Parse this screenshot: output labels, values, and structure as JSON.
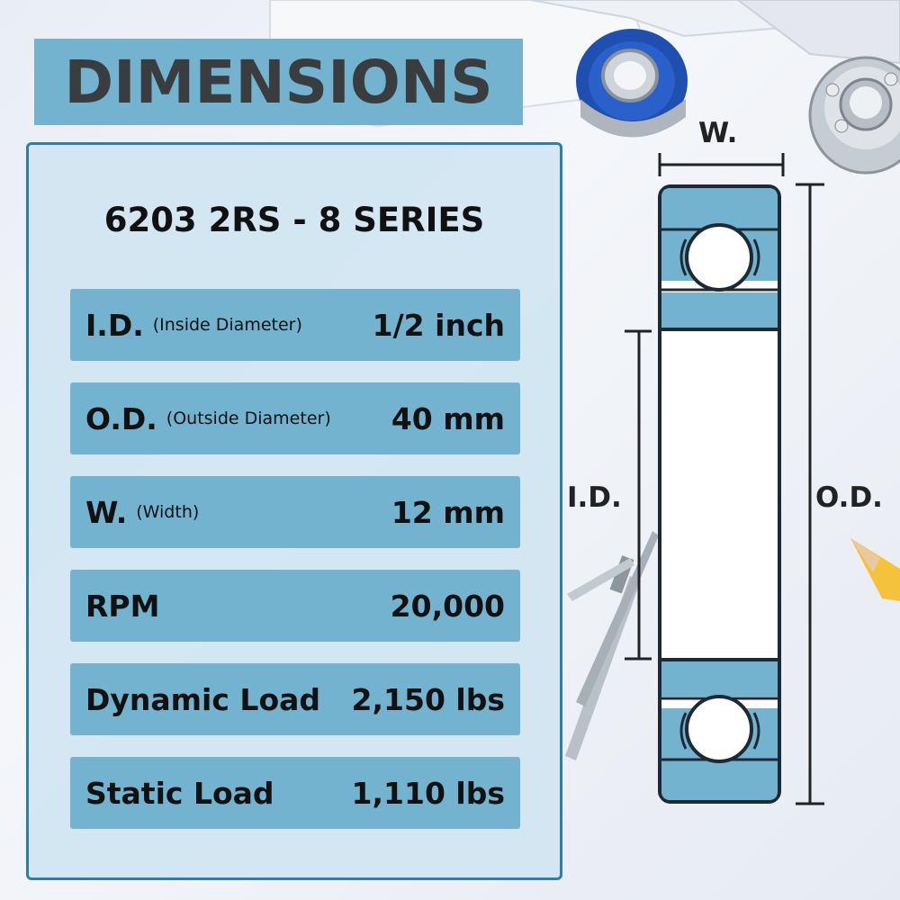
{
  "title": "DIMENSIONS",
  "series": "6203 2RS - 8 SERIES",
  "specs": [
    {
      "label": "I.D.",
      "sub": "(Inside Diameter)",
      "value": "1/2 inch"
    },
    {
      "label": "O.D.",
      "sub": "(Outside Diameter)",
      "value": "40 mm"
    },
    {
      "label": "W.",
      "sub": "(Width)",
      "value": "12 mm"
    },
    {
      "label": "RPM",
      "sub": "",
      "value": "20,000"
    },
    {
      "label": "Dynamic Load",
      "sub": "",
      "value": "2,150 lbs"
    },
    {
      "label": "Static Load",
      "sub": "",
      "value": "1,110 lbs"
    }
  ],
  "diagram": {
    "width_label": "W.",
    "inner_label": "I.D.",
    "outer_label": "O.D."
  },
  "colors": {
    "accent_blue": "#74b3cf",
    "panel_border": "#2e7fa8",
    "panel_fill": "#d1e5f1",
    "text_dark": "#111111"
  }
}
